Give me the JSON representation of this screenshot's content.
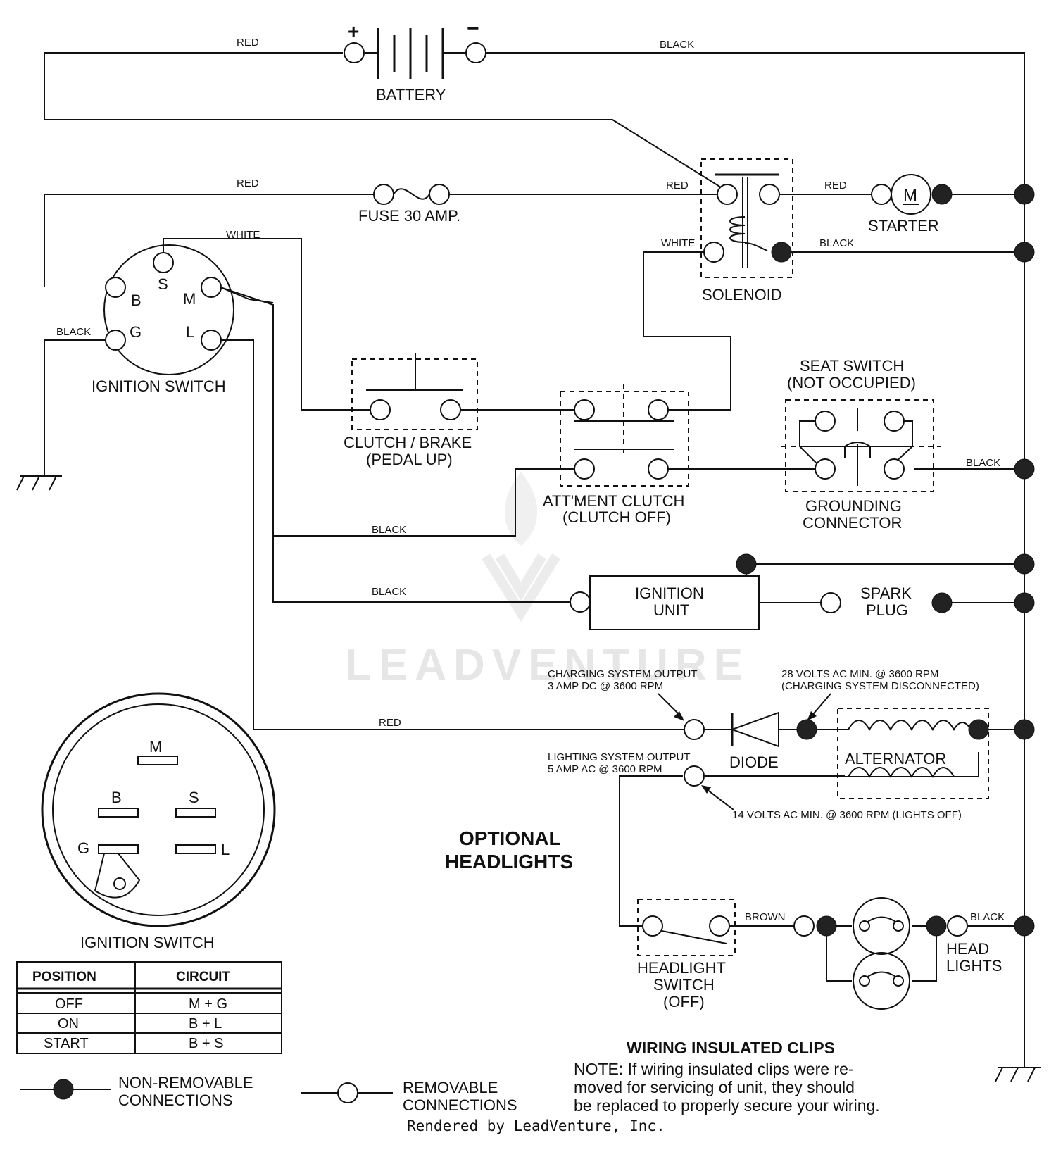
{
  "components": {
    "battery": "BATTERY",
    "battery_plus": "+",
    "battery_minus": "−",
    "fuse": "FUSE 30 AMP.",
    "solenoid": "SOLENOID",
    "starter": "STARTER",
    "starter_m": "M",
    "ignition_switch": "IGNITION SWITCH",
    "terminals": {
      "s": "S",
      "b": "B",
      "m": "M",
      "g": "G",
      "l": "L"
    },
    "clutch_brake": [
      "CLUTCH / BRAKE",
      "(PEDAL UP)"
    ],
    "att_clutch": [
      "ATT'MENT CLUTCH",
      "(CLUTCH OFF)"
    ],
    "seat_switch": [
      "SEAT SWITCH",
      "(NOT OCCUPIED)"
    ],
    "grounding": [
      "GROUNDING",
      "CONNECTOR"
    ],
    "ignition_unit": [
      "IGNITION",
      "UNIT"
    ],
    "spark_plug": [
      "SPARK",
      "PLUG"
    ],
    "diode": "DIODE",
    "alternator": "ALTERNATOR",
    "headlight_switch": [
      "HEADLIGHT",
      "SWITCH",
      "(OFF)"
    ],
    "head_lights": [
      "HEAD",
      "LIGHTS"
    ]
  },
  "wires": {
    "red": "RED",
    "black": "BLACK",
    "white": "WHITE",
    "brown": "BROWN"
  },
  "annotations": {
    "charging_output": [
      "CHARGING SYSTEM OUTPUT",
      "3 AMP DC @ 3600 RPM"
    ],
    "volts_28": [
      "28 VOLTS AC MIN. @ 3600 RPM",
      "(CHARGING SYSTEM DISCONNECTED)"
    ],
    "lighting_output": [
      "LIGHTING SYSTEM OUTPUT",
      "5 AMP AC @ 3600 RPM"
    ],
    "volts_14": "14 VOLTS AC MIN. @ 3600 RPM (LIGHTS OFF)",
    "optional_headlights": [
      "OPTIONAL",
      "HEADLIGHTS"
    ]
  },
  "switch_detail": {
    "title": "IGNITION SWITCH",
    "terminals": {
      "m": "M",
      "b": "B",
      "s": "S",
      "g": "G",
      "l": "L"
    }
  },
  "switch_table": {
    "headers": [
      "POSITION",
      "CIRCUIT"
    ],
    "rows": [
      [
        "OFF",
        "M + G"
      ],
      [
        "ON",
        "B + L"
      ],
      [
        "START",
        "B + S"
      ]
    ]
  },
  "legend": {
    "non_removable": [
      "NON-REMOVABLE",
      "CONNECTIONS"
    ],
    "removable": [
      "REMOVABLE",
      "CONNECTIONS"
    ]
  },
  "note": {
    "title": "WIRING INSULATED CLIPS",
    "lines": [
      "NOTE: If wiring insulated clips were re-",
      "moved for servicing of unit, they should",
      "be replaced to properly secure your wiring."
    ]
  },
  "watermark": "LEADVENTURE",
  "credit": "Rendered by LeadVenture, Inc."
}
